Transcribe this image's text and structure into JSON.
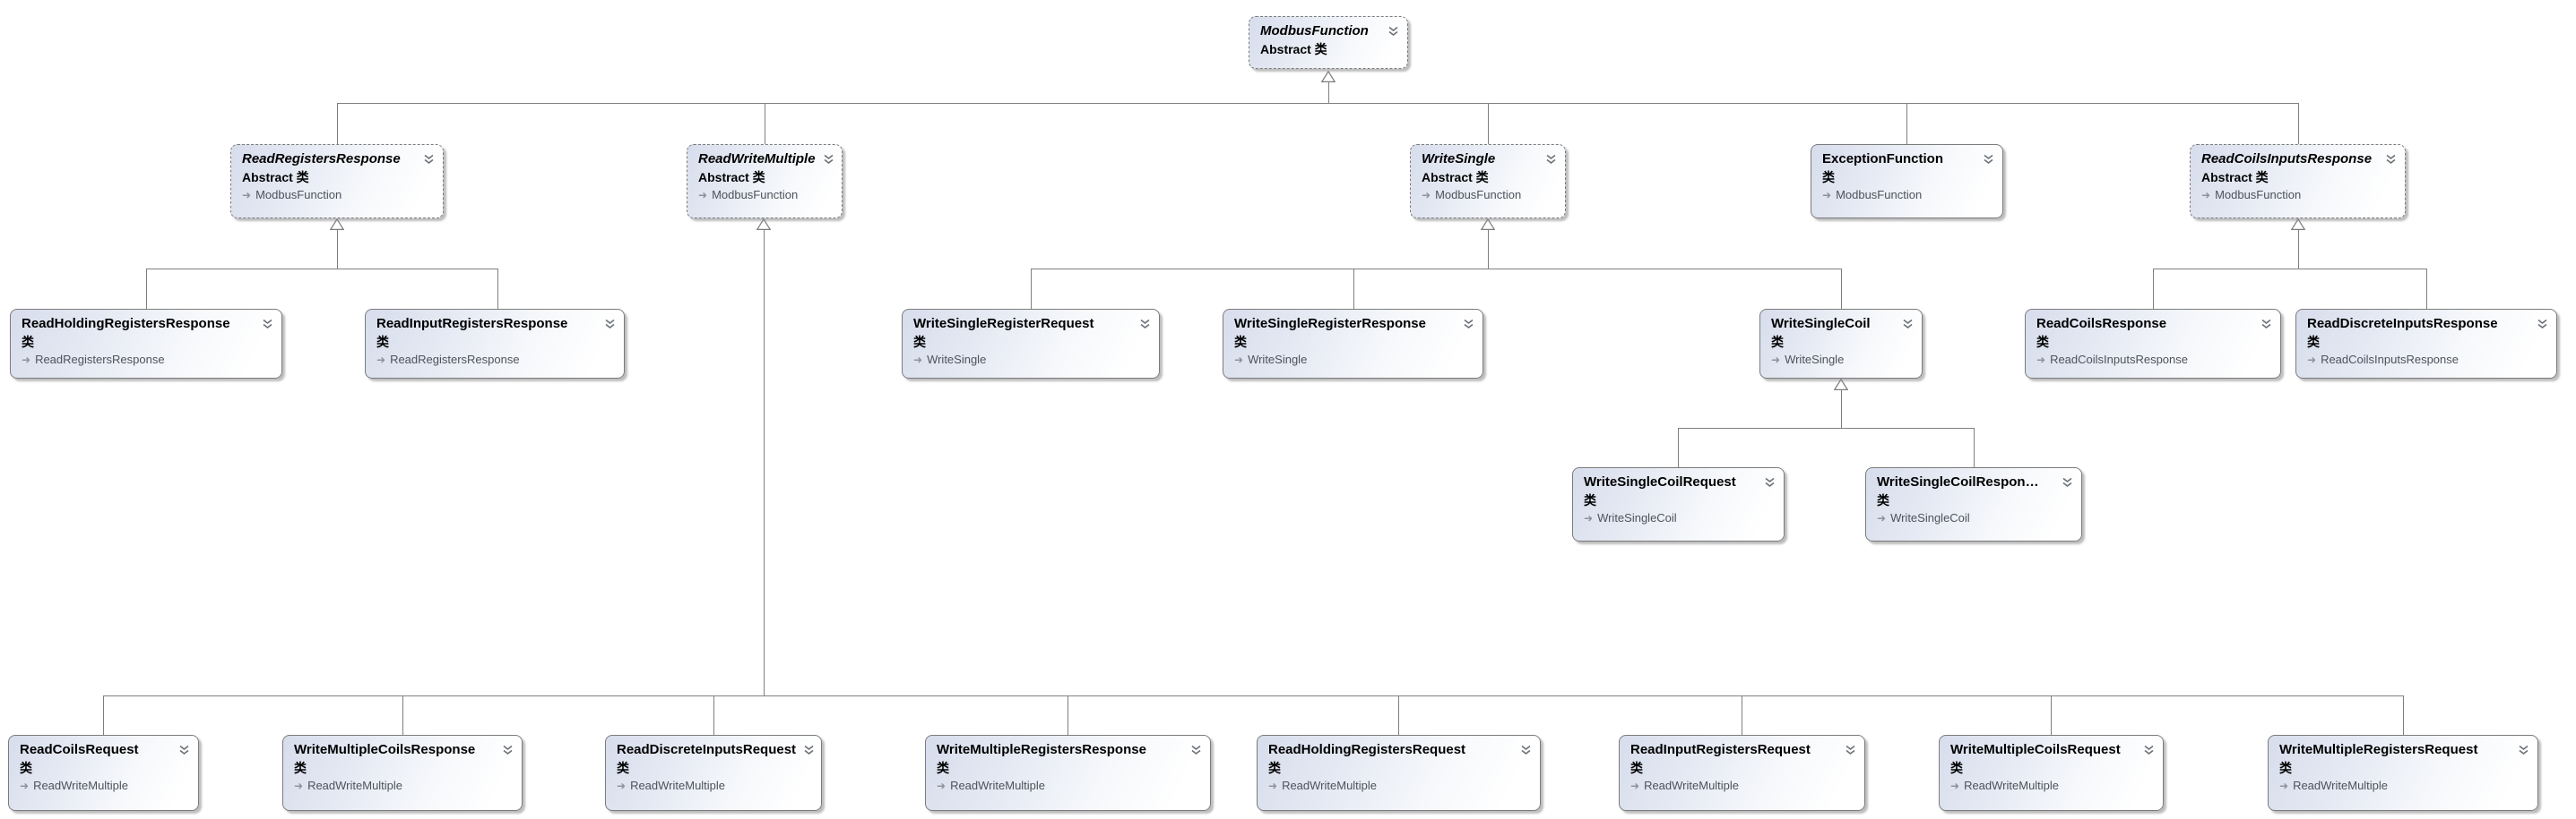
{
  "canvas": {
    "background": "#ffffff"
  },
  "colors": {
    "node_border": "#7b7b7b",
    "node_fill_top": "#d7ddec",
    "node_fill_bottom": "#ffffff",
    "connector": "#7f7f7f",
    "title_text": "#000000",
    "base_text": "#4d525b",
    "chevron": "#6b7077"
  },
  "icons": {
    "node_collapse": "chevron-double-down",
    "generalization_arrowhead": "hollow-triangle-up",
    "inheritance_arrow_glyph": "➜"
  },
  "nodes": [
    {
      "title": "ModbusFunction",
      "stereotype": "Abstract 类"
    },
    {
      "title": "ReadRegistersResponse",
      "stereotype": "Abstract 类",
      "base": "ModbusFunction"
    },
    {
      "title": "ReadWriteMultiple",
      "stereotype": "Abstract 类",
      "base": "ModbusFunction"
    },
    {
      "title": "WriteSingle",
      "stereotype": "Abstract 类",
      "base": "ModbusFunction"
    },
    {
      "title": "ExceptionFunction",
      "stereotype": "类",
      "base": "ModbusFunction"
    },
    {
      "title": "ReadCoilsInputsResponse",
      "stereotype": "Abstract 类",
      "base": "ModbusFunction"
    },
    {
      "title": "ReadHoldingRegistersResponse",
      "stereotype": "类",
      "base": "ReadRegistersResponse"
    },
    {
      "title": "ReadInputRegistersResponse",
      "stereotype": "类",
      "base": "ReadRegistersResponse"
    },
    {
      "title": "WriteSingleRegisterRequest",
      "stereotype": "类",
      "base": "WriteSingle"
    },
    {
      "title": "WriteSingleRegisterResponse",
      "stereotype": "类",
      "base": "WriteSingle"
    },
    {
      "title": "WriteSingleCoil",
      "stereotype": "类",
      "base": "WriteSingle"
    },
    {
      "title": "ReadCoilsResponse",
      "stereotype": "类",
      "base": "ReadCoilsInputsResponse"
    },
    {
      "title": "ReadDiscreteInputsResponse",
      "stereotype": "类",
      "base": "ReadCoilsInputsResponse"
    },
    {
      "title": "WriteSingleCoilRequest",
      "stereotype": "类",
      "base": "WriteSingleCoil"
    },
    {
      "title": "WriteSingleCoilRespon…",
      "stereotype": "类",
      "base": "WriteSingleCoil"
    },
    {
      "title": "ReadCoilsRequest",
      "stereotype": "类",
      "base": "ReadWriteMultiple"
    },
    {
      "title": "WriteMultipleCoilsResponse",
      "stereotype": "类",
      "base": "ReadWriteMultiple"
    },
    {
      "title": "ReadDiscreteInputsRequest",
      "stereotype": "类",
      "base": "ReadWriteMultiple"
    },
    {
      "title": "WriteMultipleRegistersResponse",
      "stereotype": "类",
      "base": "ReadWriteMultiple"
    },
    {
      "title": "ReadHoldingRegistersRequest",
      "stereotype": "类",
      "base": "ReadWriteMultiple"
    },
    {
      "title": "ReadInputRegistersRequest",
      "stereotype": "类",
      "base": "ReadWriteMultiple"
    },
    {
      "title": "WriteMultipleCoilsRequest",
      "stereotype": "类",
      "base": "ReadWriteMultiple"
    },
    {
      "title": "WriteMultipleRegistersRequest",
      "stereotype": "类",
      "base": "ReadWriteMultiple"
    }
  ]
}
